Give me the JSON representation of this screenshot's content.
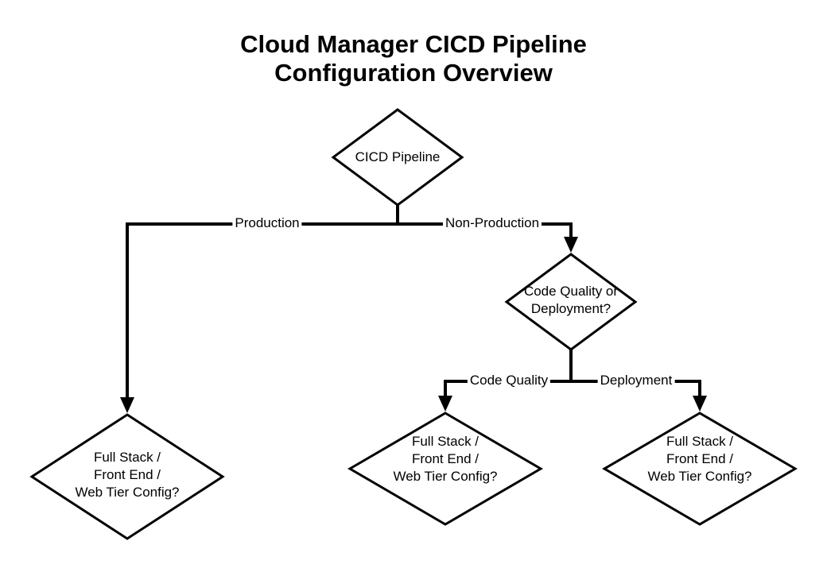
{
  "title": {
    "line1": "Cloud Manager CICD Pipeline",
    "line2": "Configuration Overview"
  },
  "flowchart": {
    "nodes": {
      "cicd_pipeline": {
        "label": "CICD Pipeline"
      },
      "code_quality_or_deployment": {
        "label": "Code Quality or\nDeployment?"
      },
      "production_config": {
        "label": "Full Stack /\nFront End /\nWeb Tier Config?"
      },
      "code_quality_config": {
        "label": "Full Stack /\nFront End /\nWeb Tier Config?"
      },
      "deployment_config": {
        "label": "Full Stack /\nFront End /\nWeb Tier Config?"
      }
    },
    "edge_labels": {
      "production": "Production",
      "non_production": "Non-Production",
      "code_quality": "Code Quality",
      "deployment": "Deployment"
    },
    "colors": {
      "stroke": "#000000",
      "text": "#000000",
      "node_fill": "#ffffff",
      "background": "#ffffff"
    }
  }
}
